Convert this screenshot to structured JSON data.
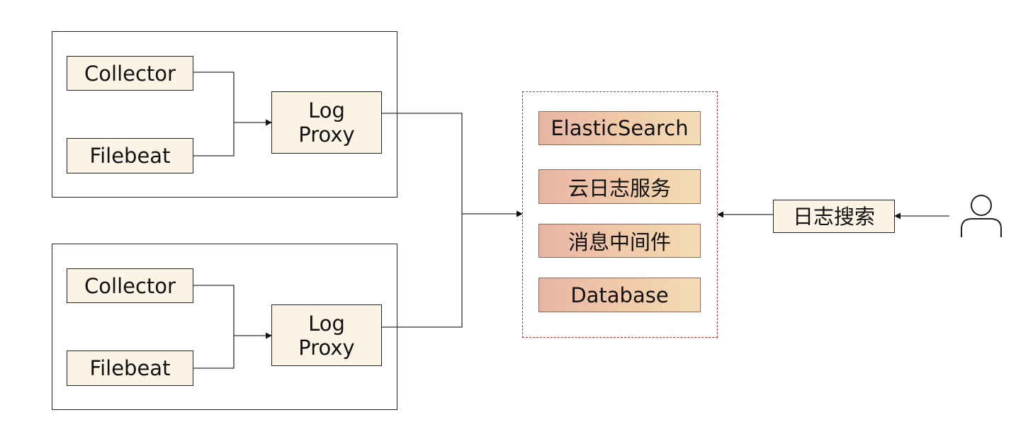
{
  "pipelines": [
    {
      "collector": "Collector",
      "filebeat": "Filebeat",
      "proxy_line1": "Log",
      "proxy_line2": "Proxy"
    },
    {
      "collector": "Collector",
      "filebeat": "Filebeat",
      "proxy_line1": "Log",
      "proxy_line2": "Proxy"
    }
  ],
  "storage": {
    "items": [
      "ElasticSearch",
      "云日志服务",
      "消息中间件",
      "Database"
    ],
    "border_color": "#b32b2b"
  },
  "search": {
    "label": "日志搜索"
  },
  "user": {
    "icon": "user-icon"
  }
}
